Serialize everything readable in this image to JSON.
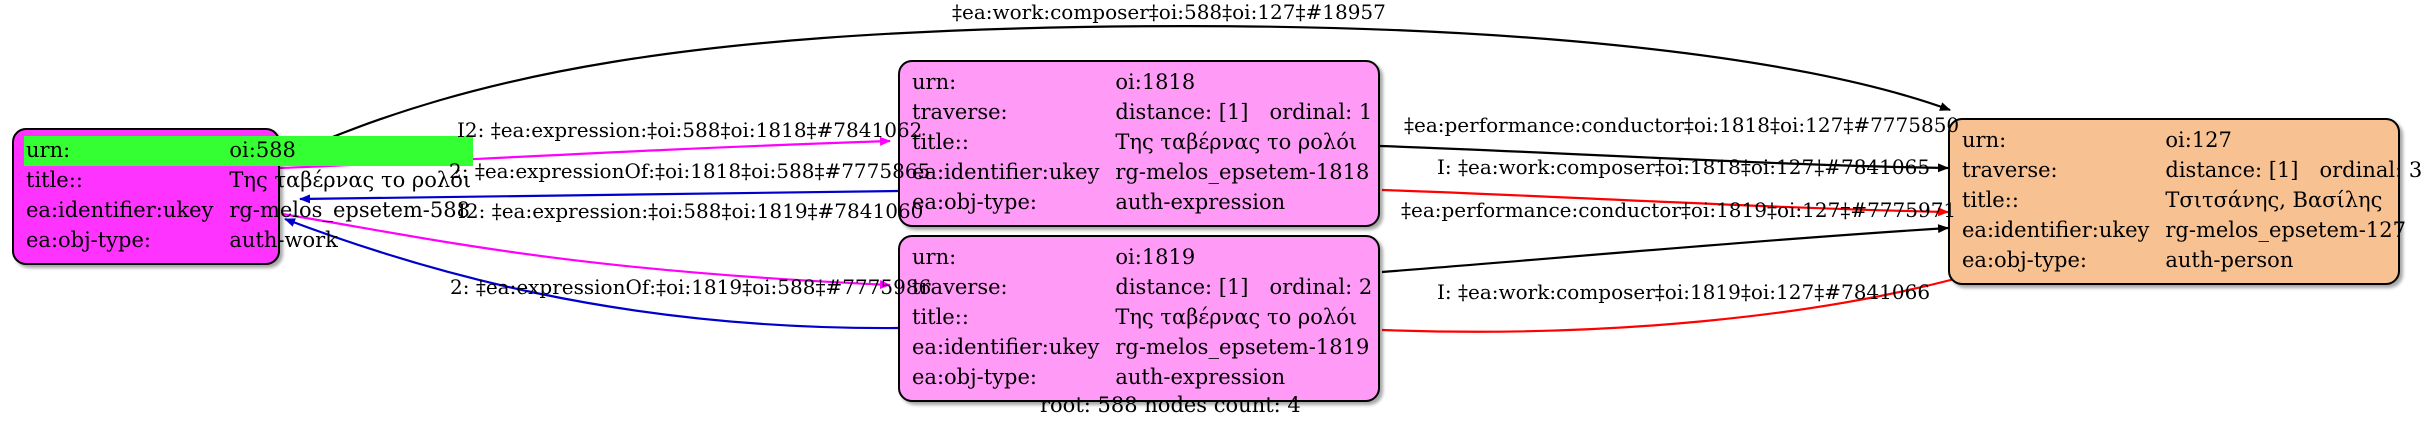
{
  "graph": {
    "caption": "root: 588 nodes count: 4",
    "colors": {
      "work_fill": "#ff33ff",
      "work_highlight": "#33ff33",
      "expression_fill": "#ff9bf7",
      "person_fill": "#f7c191",
      "edge_black": "#000000",
      "edge_magenta": "#ff00ff",
      "edge_blue": "#0000cc",
      "edge_red": "#ff0000"
    },
    "nodes": [
      {
        "id": "oi588",
        "type": "auth-work",
        "rows": [
          {
            "key": "urn:",
            "value": "oi:588",
            "highlighted": true
          },
          {
            "key": "title::",
            "value": "Της ταβέρνας το ρολόι",
            "highlighted": false
          },
          {
            "key": "ea:identifier:ukey",
            "value": "rg-melos_epsetem-588",
            "highlighted": false
          },
          {
            "key": "ea:obj-type:",
            "value": "auth-work",
            "highlighted": false
          }
        ]
      },
      {
        "id": "oi1818",
        "type": "auth-expression",
        "rows": [
          {
            "key": "urn:",
            "value": "oi:1818",
            "highlighted": false
          },
          {
            "key": "traverse:",
            "value": "distance: [1] ordinal: 1",
            "highlighted": false
          },
          {
            "key": "title::",
            "value": "Της ταβέρνας το ρολόι",
            "highlighted": false
          },
          {
            "key": "ea:identifier:ukey",
            "value": "rg-melos_epsetem-1818",
            "highlighted": false
          },
          {
            "key": "ea:obj-type:",
            "value": "auth-expression",
            "highlighted": false
          }
        ]
      },
      {
        "id": "oi1819",
        "type": "auth-expression",
        "rows": [
          {
            "key": "urn:",
            "value": "oi:1819",
            "highlighted": false
          },
          {
            "key": "traverse:",
            "value": "distance: [1] ordinal: 2",
            "highlighted": false
          },
          {
            "key": "title::",
            "value": "Της ταβέρνας το ρολόι",
            "highlighted": false
          },
          {
            "key": "ea:identifier:ukey",
            "value": "rg-melos_epsetem-1819",
            "highlighted": false
          },
          {
            "key": "ea:obj-type:",
            "value": "auth-expression",
            "highlighted": false
          }
        ]
      },
      {
        "id": "oi127",
        "type": "auth-person",
        "rows": [
          {
            "key": "urn:",
            "value": "oi:127",
            "highlighted": false
          },
          {
            "key": "traverse:",
            "value": "distance: [1] ordinal: 3",
            "highlighted": false
          },
          {
            "key": "title::",
            "value": "Τσιτσάνης, Βασίλης",
            "highlighted": false
          },
          {
            "key": "ea:identifier:ukey",
            "value": "rg-melos_epsetem-127",
            "highlighted": false
          },
          {
            "key": "ea:obj-type:",
            "value": "auth-person",
            "highlighted": false
          }
        ]
      }
    ],
    "edges": [
      {
        "id": "e-588-127-top",
        "label": "‡ea:work:composer‡oi:588‡oi:127‡#18957",
        "color": "#000000",
        "from": "oi588",
        "to": "oi127"
      },
      {
        "id": "e-588-1818",
        "label": "I2: ‡ea:expression:‡oi:588‡oi:1818‡#7841062",
        "color": "#ff00ff",
        "from": "oi588",
        "to": "oi1818"
      },
      {
        "id": "e-1818-588",
        "label": "2: ‡ea:expressionOf:‡oi:1818‡oi:588‡#7775865",
        "color": "#0000cc",
        "from": "oi1818",
        "to": "oi588"
      },
      {
        "id": "e-588-1819",
        "label": "I2: ‡ea:expression:‡oi:588‡oi:1819‡#7841060",
        "color": "#ff00ff",
        "from": "oi588",
        "to": "oi1819"
      },
      {
        "id": "e-1819-588",
        "label": "2: ‡ea:expressionOf:‡oi:1819‡oi:588‡#7775986",
        "color": "#0000cc",
        "from": "oi1819",
        "to": "oi588"
      },
      {
        "id": "e-1818-127-cond",
        "label": "‡ea:performance:conductor‡oi:1818‡oi:127‡#7775850",
        "color": "#000000",
        "from": "oi1818",
        "to": "oi127"
      },
      {
        "id": "e-1818-127-comp",
        "label": "I: ‡ea:work:composer‡oi:1818‡oi:127‡#7841065",
        "color": "#ff0000",
        "from": "oi1818",
        "to": "oi127"
      },
      {
        "id": "e-1819-127-cond",
        "label": "‡ea:performance:conductor‡oi:1819‡oi:127‡#7775971",
        "color": "#000000",
        "from": "oi1819",
        "to": "oi127"
      },
      {
        "id": "e-1819-127-comp",
        "label": "I: ‡ea:work:composer‡oi:1819‡oi:127‡#7841066",
        "color": "#ff0000",
        "from": "oi1819",
        "to": "oi127"
      }
    ]
  }
}
